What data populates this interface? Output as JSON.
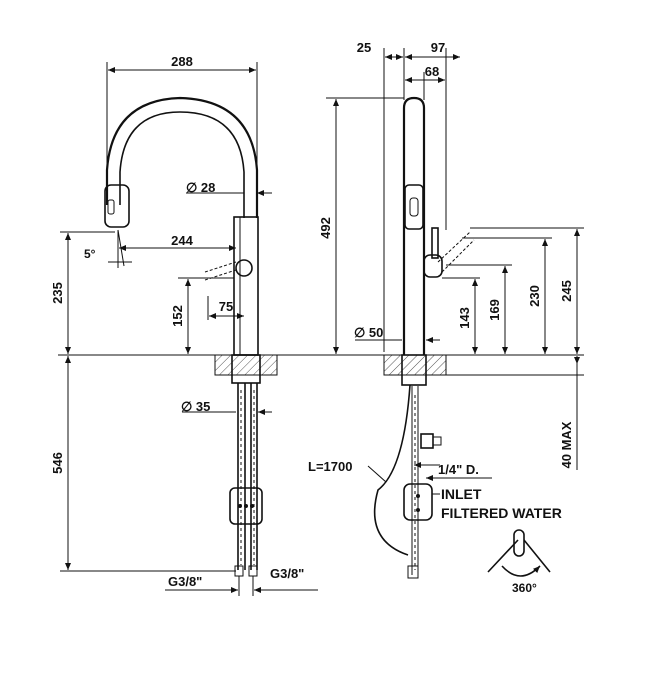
{
  "dimensions": {
    "spout_reach_width": "288",
    "spout_tube_diameter": "∅ 28",
    "tilt_angle": "5°",
    "spout_reach": "244",
    "height_to_outlet": "235",
    "lever_height": "152",
    "lever_offset": "75",
    "base_diameter": "∅ 35",
    "under_counter_length": "546",
    "connection_left": "G3/8\"",
    "connection_right": "G3/8\"",
    "side_offset": "25",
    "side_width": "97",
    "side_tube": "68",
    "total_height": "492",
    "side_base_diameter": "∅ 50",
    "side_lever_height": "143",
    "side_lever_top": "169",
    "side_height_230": "230",
    "side_height_245": "245",
    "max_thickness": "40 MAX",
    "hose_length": "L=1700",
    "filter_connection": "1/4\" D.",
    "inlet_label": "INLET",
    "filtered_water_label": "FILTERED WATER",
    "rotation": "360°"
  }
}
